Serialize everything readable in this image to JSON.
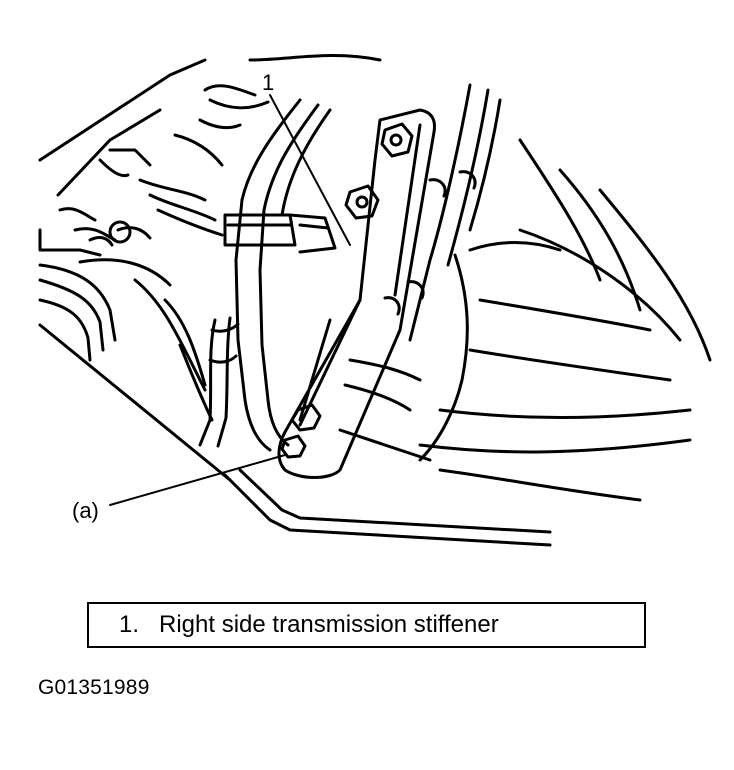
{
  "callouts": {
    "part_number": "1",
    "reference": "(a)"
  },
  "legend": {
    "number": "1.",
    "text": "Right side transmission stiffener"
  },
  "figure_id": "G01351989",
  "colors": {
    "ink": "#000000",
    "paper": "#ffffff"
  }
}
